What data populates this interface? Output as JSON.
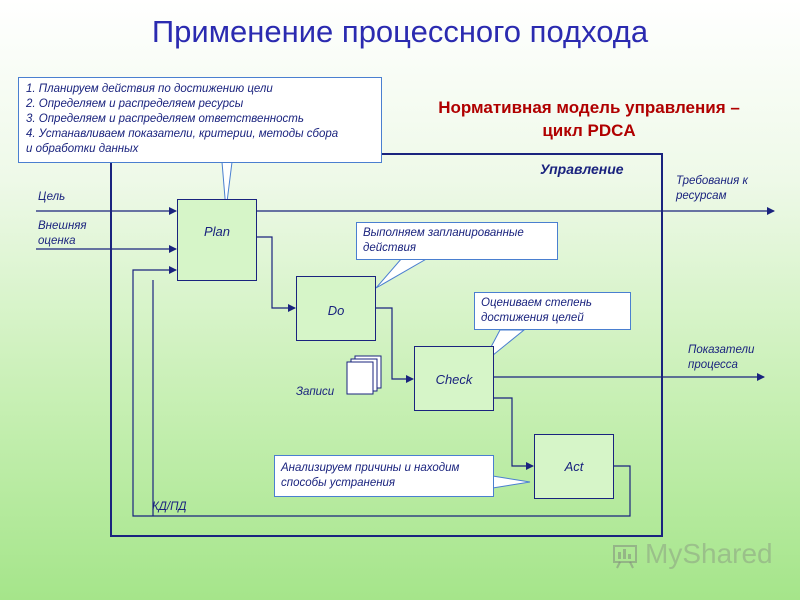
{
  "title": "Применение процессного подхода",
  "model_heading": {
    "line1": "Нормативная модель управления –",
    "line2": "цикл PDCA"
  },
  "frame_label": "Управление",
  "steps_note": {
    "line1": "1. Планируем действия по достижению цели",
    "line2": "2. Определяем  и распределяем ресурсы",
    "line3": "3. Определяем  и распределяем ответственность",
    "line4": "4. Устанавливаем показатели, критерии, методы сбора",
    "line5": "и обработки данных"
  },
  "blocks": {
    "plan": "Plan",
    "do": "Do",
    "check": "Check",
    "act": "Act"
  },
  "notes": {
    "do": "Выполняем запланированные действия",
    "check": "Оцениваем степень достижения целей",
    "act": "Анализируем причины и находим способы устранения"
  },
  "inputs": {
    "goal": "Цель",
    "external_assessment_line1": "Внешняя",
    "external_assessment_line2": "оценка"
  },
  "outputs": {
    "resources_line1": "Требования к",
    "resources_line2": "ресурсам",
    "indicators_line1": "Показатели",
    "indicators_line2": "процесса"
  },
  "records_label": "Записи",
  "kd_label": "КД/ПД",
  "watermark": "MyShared",
  "colors": {
    "title": "#2b2bb0",
    "heading": "#b00000",
    "lines": "#1a237e",
    "note_border": "#4a7fd0",
    "box_fill": "#d6f5c8"
  }
}
